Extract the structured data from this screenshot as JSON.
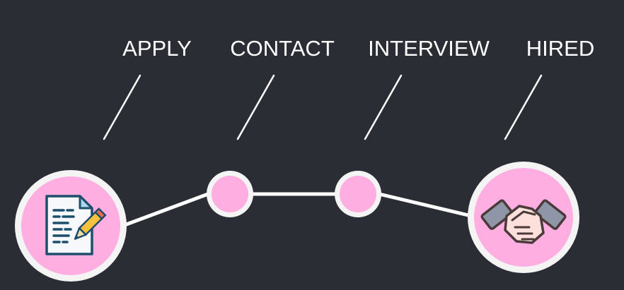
{
  "colors": {
    "background": "#2a2d33",
    "node_fill": "#ffaee2",
    "node_ring": "#f4f4f4",
    "connector": "#ffffff",
    "label_text": "#ffffff"
  },
  "steps": [
    {
      "label": "APPLY",
      "icon": "document-pencil-icon"
    },
    {
      "label": "CONTACT",
      "icon": ""
    },
    {
      "label": "INTERVIEW",
      "icon": ""
    },
    {
      "label": "HIRED",
      "icon": "handshake-icon"
    }
  ]
}
